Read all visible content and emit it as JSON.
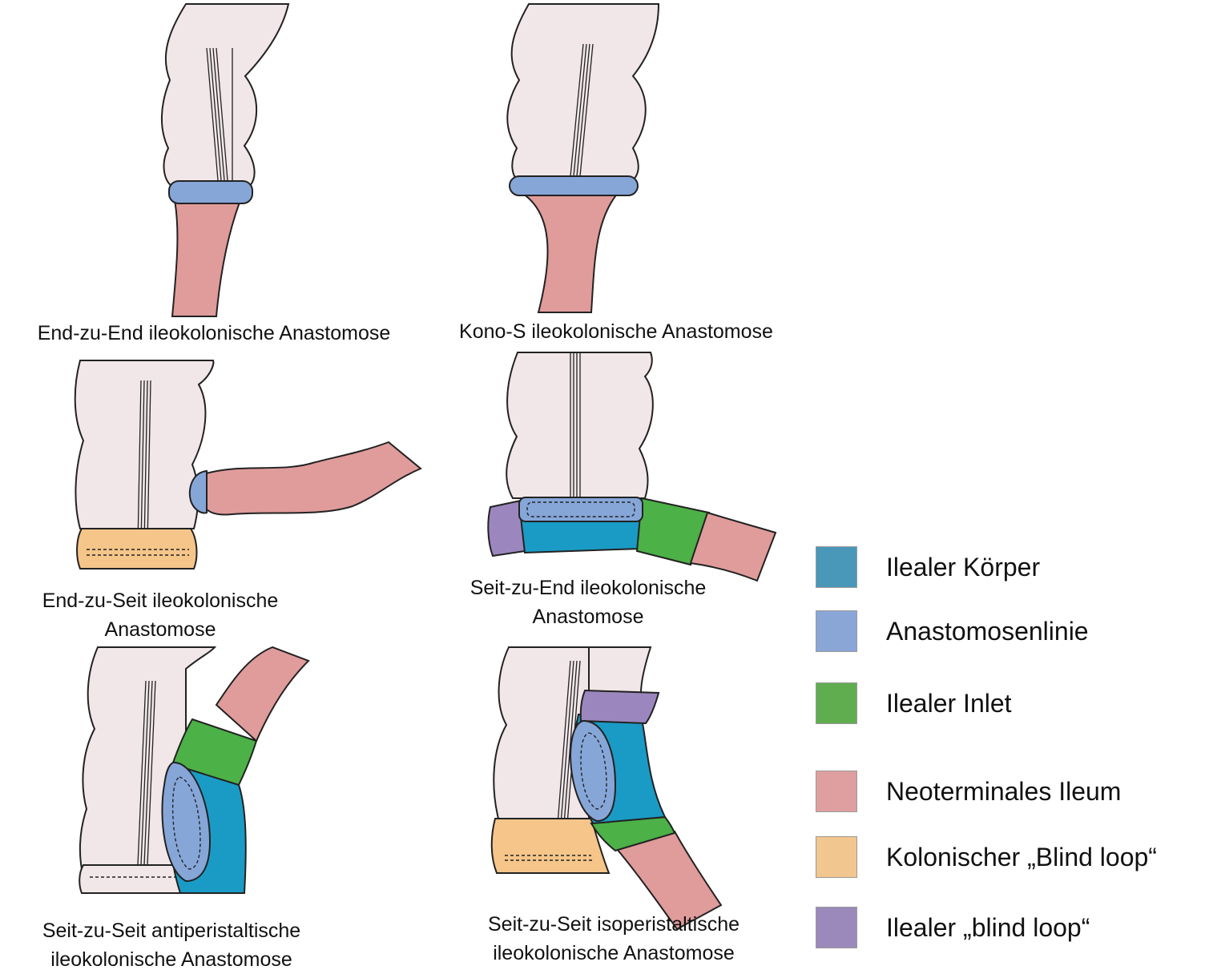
{
  "colors": {
    "colon": "#f1e6e8",
    "outline": "#222222",
    "ileal_body": "#1a9bc6",
    "anastomosis_line": "#86a6d8",
    "ileal_inlet": "#4cb147",
    "neoterminal_ileum": "#e09b9b",
    "colonic_blind_loop": "#f5c58a",
    "ileal_blind_loop": "#9b87be"
  },
  "panels": [
    {
      "id": "end-to-end",
      "caption": [
        "End-zu-End ileokolonische Anastomose"
      ]
    },
    {
      "id": "kono-s",
      "caption": [
        "Kono-S ileokolonische Anastomose"
      ]
    },
    {
      "id": "end-to-side",
      "caption": [
        "End-zu-Seit ileokolonische",
        "Anastomose"
      ]
    },
    {
      "id": "side-to-end",
      "caption": [
        "Seit-zu-End ileokolonische",
        "Anastomose"
      ]
    },
    {
      "id": "side-to-side-anti",
      "caption": [
        "Seit-zu-Seit antiperistaltische",
        "ileokolonische Anastomose"
      ]
    },
    {
      "id": "side-to-side-iso",
      "caption": [
        "Seit-zu-Seit isoperistaltische",
        "ileokolonische Anastomose"
      ]
    }
  ],
  "legend": [
    {
      "label": "Ilealer Körper",
      "color": "#4a98b9",
      "icon": "ileal-body-swatch"
    },
    {
      "label": "Anastomosenlinie",
      "color": "#8aa6d6",
      "icon": "anastomosis-line-swatch"
    },
    {
      "label": "Ilealer Inlet",
      "color": "#5fad4f",
      "icon": "ileal-inlet-swatch"
    },
    {
      "label": "Neoterminales Ileum",
      "color": "#df9fa0",
      "icon": "neoterminal-ileum-swatch"
    },
    {
      "label": "Kolonischer „Blind loop“",
      "color": "#f2c68f",
      "icon": "colonic-blind-loop-swatch"
    },
    {
      "label": "Ilealer „blind loop“",
      "color": "#9b89bc",
      "icon": "ileal-blind-loop-swatch"
    }
  ]
}
